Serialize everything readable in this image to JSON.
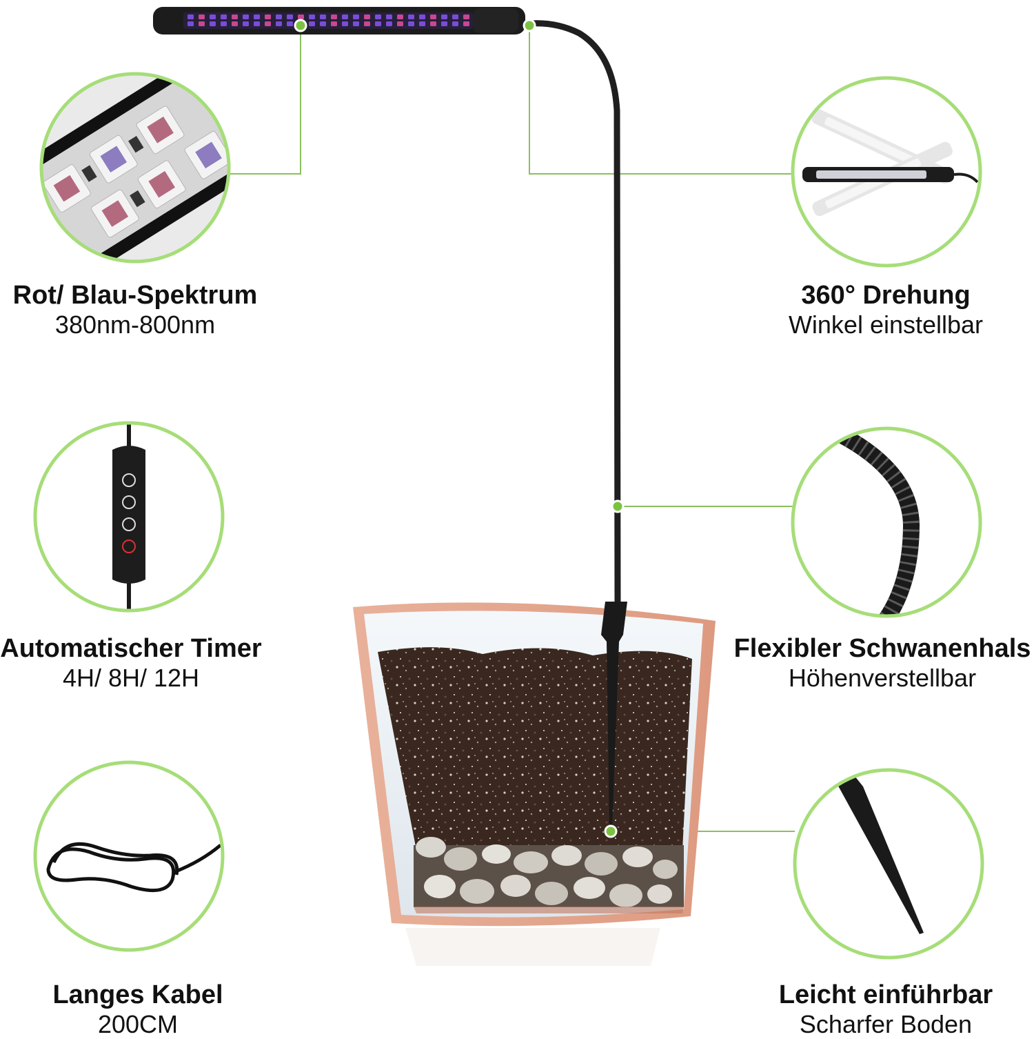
{
  "colors": {
    "accent_green": "#8fd156",
    "ring_green": "#a6dd78",
    "dot_green": "#7cc242",
    "leader_line": "#8bbf5c",
    "pot_terracotta": "#e7a98f",
    "soil": "#3a2820",
    "lamp_body": "#1c1c1c",
    "led_violet": "#7a4dd8"
  },
  "features": {
    "spectrum": {
      "title": "Rot/ Blau-Spektrum",
      "subtitle": "380nm-800nm",
      "icon": "led-chip-closeup-icon"
    },
    "rotation": {
      "title": "360° Drehung",
      "subtitle": "Winkel einstellbar",
      "icon": "rotating-lamp-bar-icon"
    },
    "timer": {
      "title": "Automatischer Timer",
      "subtitle": "4H/ 8H/ 12H",
      "icon": "timer-remote-icon"
    },
    "gooseneck": {
      "title": "Flexibler Schwanenhals",
      "subtitle": "Höhenverstellbar",
      "icon": "gooseneck-coil-icon"
    },
    "cable": {
      "title": "Langes Kabel",
      "subtitle": "200CM",
      "icon": "coiled-cable-icon"
    },
    "stake": {
      "title": "Leicht einführbar",
      "subtitle": "Scharfer Boden",
      "icon": "ground-stake-icon"
    }
  }
}
